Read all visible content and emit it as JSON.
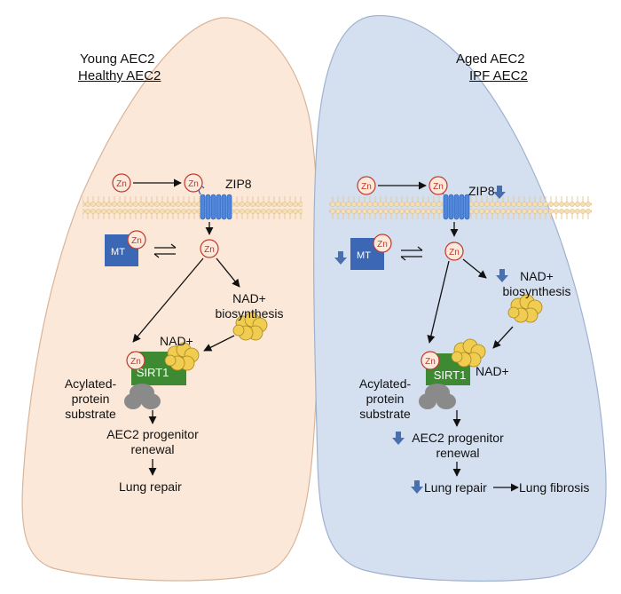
{
  "colors": {
    "left_lung_fill": "#fbe8d8",
    "left_lung_stroke": "#d9b49a",
    "right_lung_fill": "#d4dff0",
    "right_lung_stroke": "#9fb2cf",
    "membrane": "#f2d7a6",
    "zip8": "#4f86d9",
    "mt_box": "#3b67b5",
    "sirt1": "#3d8a33",
    "substrate": "#8a8a8a",
    "nad_cluster": "#f0cc50",
    "zn_stroke": "#c0392b",
    "down_arrow": "#4a6fae"
  },
  "left_panel": {
    "title_line1": "Young AEC2",
    "title_line2": "Healthy AEC2",
    "zn": "Zn",
    "zip8": "ZIP8",
    "mt": "MT",
    "nad_biosynthesis_line1": "NAD+",
    "nad_biosynthesis_line2": "biosynthesis",
    "nad_label": "NAD+",
    "sirt1": "SIRT1",
    "substrate_line1": "Acylated-",
    "substrate_line2": "protein",
    "substrate_line3": "substrate",
    "renewal_line1": "AEC2 progenitor",
    "renewal_line2": "renewal",
    "outcome": "Lung repair"
  },
  "right_panel": {
    "title_line1": "Aged AEC2",
    "title_line2": "IPF AEC2",
    "zn": "Zn",
    "zip8": "ZIP8",
    "mt": "MT",
    "nad_biosynthesis_line1": "NAD+",
    "nad_biosynthesis_line2": "biosynthesis",
    "nad_label": "NAD+",
    "sirt1": "SIRT1",
    "substrate_line1": "Acylated-",
    "substrate_line2": "protein",
    "substrate_line3": "substrate",
    "renewal_line1": "AEC2 progenitor",
    "renewal_line2": "renewal",
    "outcome": "Lung repair",
    "outcome_extra": "Lung fibrosis"
  }
}
